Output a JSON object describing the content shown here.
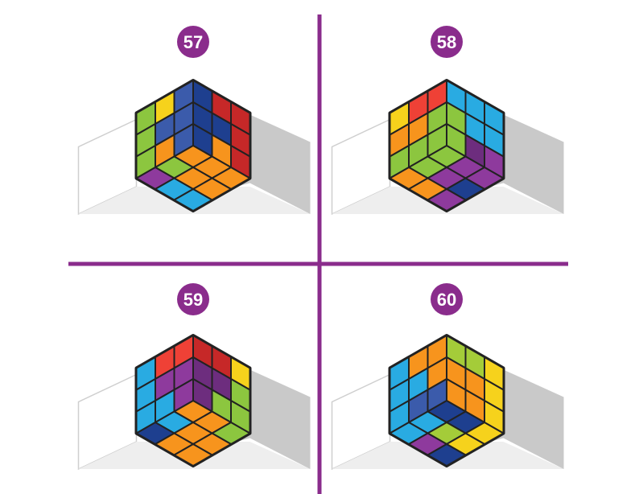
{
  "colors": {
    "divider": "#8a2c8c",
    "badge": "#8a2c8c",
    "badge_text": "#ffffff",
    "stand_stroke": "#cfcfcf",
    "stand_shadow": "#c9c9c9",
    "stand_floor": "#eeeeee",
    "cell_outline": "#222222",
    "palette": {
      "G": "#8cc63f",
      "Y": "#f6d21c",
      "B": "#3b5bab",
      "N": "#1e3f8f",
      "R": "#c62828",
      "O": "#f7941d",
      "P": "#8e3a9d",
      "C": "#29abe2",
      "T": "#1590cc",
      "E": "#ef4136",
      "K": "#6d2d7e",
      "L": "#a4cc39"
    }
  },
  "puzzles": [
    {
      "number": "57",
      "left": [
        [
          "G",
          "Y",
          "B"
        ],
        [
          "G",
          "B",
          "B"
        ],
        [
          "G",
          "O",
          "B"
        ]
      ],
      "right": [
        [
          "N",
          "R",
          "R"
        ],
        [
          "N",
          "N",
          "R"
        ],
        [
          "N",
          "O",
          "R"
        ]
      ],
      "bottom": [
        [
          "O",
          "O",
          "O"
        ],
        [
          "G",
          "O",
          "O"
        ],
        [
          "P",
          "C",
          "C"
        ]
      ]
    },
    {
      "number": "58",
      "left": [
        [
          "Y",
          "E",
          "E"
        ],
        [
          "O",
          "O",
          "G"
        ],
        [
          "G",
          "G",
          "G"
        ]
      ],
      "right": [
        [
          "C",
          "C",
          "C"
        ],
        [
          "G",
          "C",
          "C"
        ],
        [
          "G",
          "K",
          "P"
        ]
      ],
      "bottom": [
        [
          "G",
          "P",
          "P"
        ],
        [
          "G",
          "P",
          "N"
        ],
        [
          "O",
          "O",
          "P"
        ]
      ]
    },
    {
      "number": "59",
      "left": [
        [
          "C",
          "E",
          "E"
        ],
        [
          "C",
          "P",
          "P"
        ],
        [
          "C",
          "C",
          "P"
        ]
      ],
      "right": [
        [
          "R",
          "R",
          "Y"
        ],
        [
          "K",
          "K",
          "G"
        ],
        [
          "K",
          "G",
          "G"
        ]
      ],
      "bottom": [
        [
          "O",
          "O",
          "G"
        ],
        [
          "C",
          "O",
          "O"
        ],
        [
          "N",
          "O",
          "O"
        ]
      ]
    },
    {
      "number": "60",
      "left": [
        [
          "C",
          "O",
          "O"
        ],
        [
          "C",
          "C",
          "O"
        ],
        [
          "C",
          "B",
          "B"
        ]
      ],
      "right": [
        [
          "L",
          "L",
          "Y"
        ],
        [
          "O",
          "O",
          "Y"
        ],
        [
          "O",
          "O",
          "Y"
        ]
      ],
      "bottom": [
        [
          "N",
          "N",
          "Y"
        ],
        [
          "C",
          "L",
          "Y"
        ],
        [
          "C",
          "P",
          "N"
        ]
      ]
    }
  ]
}
